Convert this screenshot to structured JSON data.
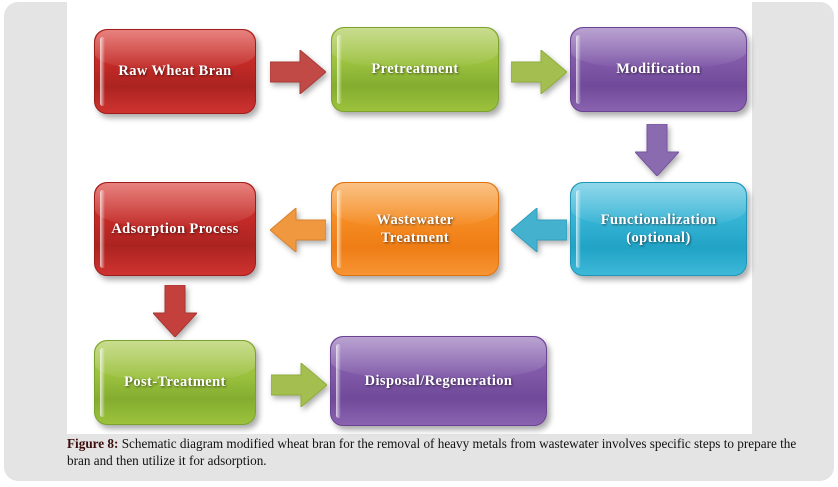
{
  "figure": {
    "caption_label": "Figure 8:",
    "caption_text": " Schematic diagram modified wheat bran for the removal of heavy metals from wastewater involves specific steps to prepare the bran and then utilize it for adsorption."
  },
  "colors": {
    "card_background": "#e4e4e4",
    "canvas_background": "#ffffff",
    "red": "#c22a27",
    "green": "#9bc13e",
    "purple": "#8059a8",
    "cyan": "#34b2d4",
    "orange": "#f58b22",
    "caption_label": "#3b0d0d",
    "caption_text": "#111111"
  },
  "diagram": {
    "type": "flowchart",
    "nodes": [
      {
        "id": "raw-wheat-bran",
        "label": "Raw Wheat Bran",
        "color": "red",
        "row": 1
      },
      {
        "id": "pretreatment",
        "label": "Pretreatment",
        "color": "green",
        "row": 1
      },
      {
        "id": "modification",
        "label": "Modification",
        "color": "purple",
        "row": 1
      },
      {
        "id": "functionalization",
        "label": "Functionalization\n(optional)",
        "color": "cyan",
        "row": 2
      },
      {
        "id": "wastewater-treatment",
        "label": "Wastewater\nTreatment",
        "color": "orange",
        "row": 2
      },
      {
        "id": "adsorption-process",
        "label": "Adsorption  Process",
        "color": "red",
        "row": 2
      },
      {
        "id": "post-treatment",
        "label": "Post-Treatment",
        "color": "green",
        "row": 3
      },
      {
        "id": "disposal-regeneration",
        "label": "Disposal/Regeneration",
        "color": "purple",
        "row": 3
      }
    ],
    "edges": [
      {
        "id": "arrow-raw-to-pretreatment",
        "from": "raw-wheat-bran",
        "to": "pretreatment",
        "direction": "right",
        "color": "red"
      },
      {
        "id": "arrow-pretreatment-to-modification",
        "from": "pretreatment",
        "to": "modification",
        "direction": "right",
        "color": "green"
      },
      {
        "id": "arrow-modification-to-functionalization",
        "from": "modification",
        "to": "functionalization",
        "direction": "down",
        "color": "purple"
      },
      {
        "id": "arrow-functionalization-to-wastewater",
        "from": "functionalization",
        "to": "wastewater-treatment",
        "direction": "left",
        "color": "cyan"
      },
      {
        "id": "arrow-wastewater-to-adsorption",
        "from": "wastewater-treatment",
        "to": "adsorption-process",
        "direction": "left",
        "color": "orange"
      },
      {
        "id": "arrow-adsorption-to-post-treatment",
        "from": "adsorption-process",
        "to": "post-treatment",
        "direction": "down",
        "color": "red"
      },
      {
        "id": "arrow-post-treatment-to-disposal",
        "from": "post-treatment",
        "to": "disposal-regeneration",
        "direction": "right",
        "color": "green"
      }
    ]
  }
}
